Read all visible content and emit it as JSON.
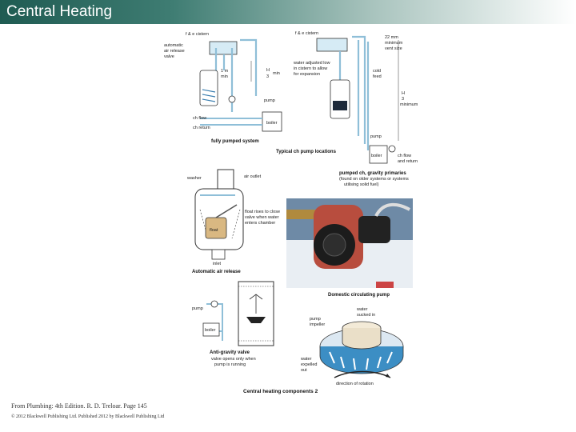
{
  "header": {
    "title": "Central Heating"
  },
  "fully_pumped": {
    "cistern": "f & e cistern",
    "auto_valve": [
      "automatic",
      "air release",
      "valve"
    ],
    "one_m": [
      "1 m",
      "min"
    ],
    "h_min": [
      "H",
      "3",
      "min"
    ],
    "pump": "pump",
    "ch_flow": "ch flow",
    "ch_return": "ch return",
    "boiler": "boiler",
    "caption": "fully pumped system",
    "group_caption": "Typical ch pump locations"
  },
  "gravity": {
    "cistern": "f & e cistern",
    "vent": [
      "22 mm",
      "minimum",
      "vent size"
    ],
    "water_note": [
      "water adjusted low",
      "in cistern to allow",
      "for expansion"
    ],
    "cold_feed": [
      "cold",
      "feed"
    ],
    "h_min": [
      "H",
      "3",
      "minimum"
    ],
    "pump": "pump",
    "boiler": "boiler",
    "flow_return": [
      "ch flow",
      "and return"
    ],
    "caption": "pumped ch, gravity primaries",
    "subcaption": [
      "(found on older systems or systems",
      "utilising solid fuel)"
    ]
  },
  "air_release": {
    "washer": "washer",
    "air_outlet": "air outlet",
    "float_note": [
      "float rises to close",
      "valve when water",
      "enters chamber"
    ],
    "float": "float",
    "inlet": "inlet",
    "caption": "Automatic air release"
  },
  "photo": {
    "caption": "Domestic circulating pump"
  },
  "anti_gravity": {
    "pump": "pump",
    "boiler": "boiler",
    "caption": "Anti-gravity valve",
    "subcaption": [
      "valve opens only when",
      "pump is running"
    ]
  },
  "impeller": {
    "water_in": [
      "water",
      "sucked in"
    ],
    "pump_impeller": [
      "pump",
      "impeller"
    ],
    "water_out": [
      "water",
      "expelled",
      "out"
    ],
    "rotation": "direction of rotation"
  },
  "figure_caption": "Central heating components 2",
  "footer": {
    "source": "From Plumbing: 4th Edition. R. D. Treloar. Page 145",
    "copyright": "© 2012 Blackwell Publishing Ltd. Published 2012 by Blackwell Publishing Ltd"
  },
  "colors": {
    "pipe": "#8fbfd8",
    "banner": "#1f5b52",
    "pump_body": "#b84d3e"
  }
}
